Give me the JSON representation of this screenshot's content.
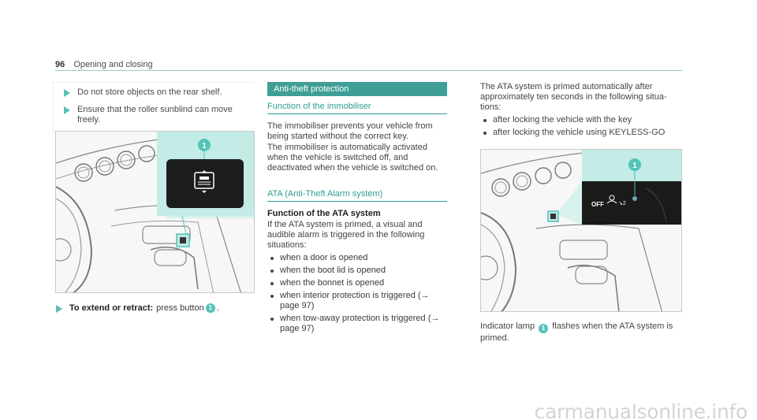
{
  "header": {
    "page_number": "96",
    "section": "Opening and closing"
  },
  "col1": {
    "bullets": [
      "Do not store objects on the rear shelf.",
      "Ensure that the roller sunblind can move freely."
    ],
    "figure1": {
      "callout": "1"
    },
    "instruction": {
      "label": "To extend or retract:",
      "text": "press button",
      "callout": "1",
      "end": "."
    }
  },
  "col2": {
    "banner": "Anti-theft protection",
    "subhead1": "Function of the immobiliser",
    "para1": "The immobiliser prevents your vehicle from being started without the correct key.",
    "para2": "The immobiliser is automatically activated when the vehicle is switched off, and deactivated when the vehicle is switched on.",
    "subhead2": "ATA (Anti-Theft Alarm system)",
    "bold_head": "Function of the ATA system",
    "para3": "If the ATA system is primed, a visual and audible alarm is triggered in the following situations:",
    "list": [
      "when a door is opened",
      "when the boot lid is opened",
      "when the bonnet is opened",
      "when interior protection is triggered (→ page 97)",
      "when tow-away protection is triggered (→ page 97)"
    ]
  },
  "col3": {
    "intro": "The ATA system is primed automatically after approximately ten seconds in the following situa-tions:",
    "list": [
      "after locking the vehicle with the key",
      "after locking the vehicle using KEYLESS-GO"
    ],
    "figure2": {
      "callout": "1",
      "panel_text": "OFF"
    },
    "caption_pre": "Indicator lamp",
    "caption_callout": "1",
    "caption_post": "flashes when the ATA system is primed."
  },
  "watermark": "carmanualsonline.info",
  "colors": {
    "accent": "#3f9f97",
    "callout": "#54c3b8",
    "highlight": "#bfe8e4"
  }
}
